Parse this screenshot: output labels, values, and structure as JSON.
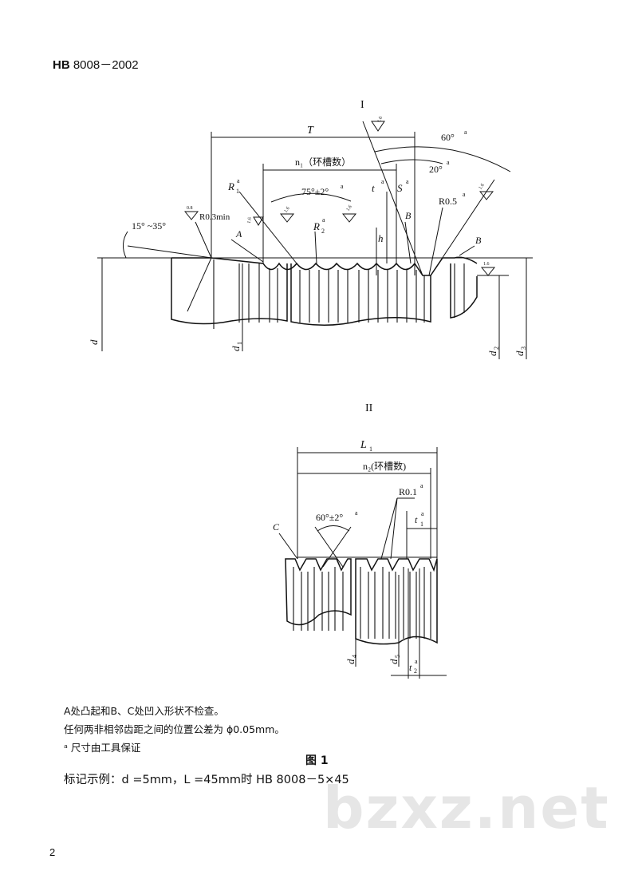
{
  "header": {
    "std_prefix": "HB",
    "std_number": "8008－2002"
  },
  "view1": {
    "label": "I",
    "dim_T": "T",
    "dim_n1": "n₁（环槽数）",
    "angle_60": "60°",
    "angle_20": "20°",
    "angle_75": "75°±2°",
    "angle_15_35": "15° ~35°",
    "radius_min": "R0.3min",
    "radius_05": "R0.5",
    "r1": "R",
    "r1_sub": "1",
    "r2": "R",
    "r2_sub": "2",
    "t": "t",
    "s": "S",
    "h": "h",
    "mark_a": "A",
    "mark_b1": "B",
    "mark_b2": "B",
    "rough_08": "0.8",
    "rough_16": "1.6",
    "star": "a",
    "d": "d",
    "d1": "d",
    "d1_sub": "1",
    "d2": "d",
    "d2_sub": "2",
    "d3": "d",
    "d3_sub": "3"
  },
  "view2": {
    "label": "II",
    "dim_L1": "L",
    "dim_L1_sub": "1",
    "dim_n2": "n₂(环槽数)",
    "radius_01": "R0.1",
    "angle_60": "60°±2°",
    "t1": "t",
    "t1_sub": "1",
    "t2": "t",
    "t2_sub": "2",
    "mark_c": "C",
    "d4": "d",
    "d4_sub": "4",
    "d5": "d",
    "d5_sub": "5",
    "star": "a"
  },
  "notes": [
    "A处凸起和B、C处凹入形状不检查。",
    "任何两非相邻齿距之间的位置公差为 ϕ0.05mm。",
    "ᵃ  尺寸由工具保证"
  ],
  "figure_caption": "图 1",
  "marking_example": "标记示例：d =5mm，L =45mm时 HB 8008－5×45",
  "watermark": "bzxz.net",
  "page_number": "2"
}
